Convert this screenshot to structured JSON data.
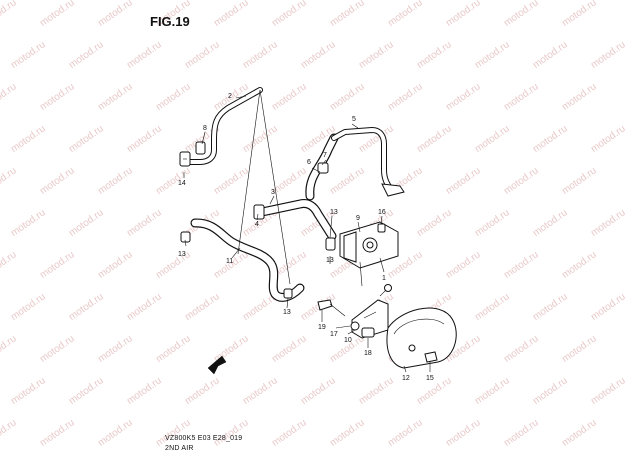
{
  "figure": {
    "title": "FIG.19",
    "model_code": "VZ800K5 E03 E28_019",
    "section": "2ND AIR"
  },
  "watermark_text": "motod.ru",
  "callouts": [
    "1",
    "2",
    "3",
    "4",
    "5",
    "6",
    "7",
    "8",
    "9",
    "10",
    "11",
    "12",
    "13",
    "13",
    "13",
    "13",
    "14",
    "15",
    "16",
    "17",
    "18",
    "19"
  ]
}
